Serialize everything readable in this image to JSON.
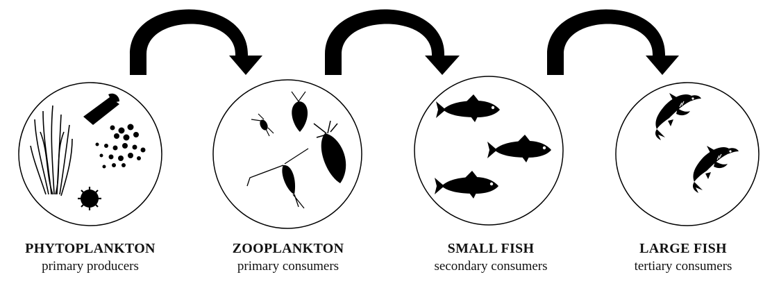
{
  "stages": [
    {
      "title": "PHYTOPLANKTON",
      "subtitle": "primary producers",
      "organisms": "phytoplankton-icons"
    },
    {
      "title": "ZOOPLANKTON",
      "subtitle": "primary consumers",
      "organisms": "zooplankton-icons"
    },
    {
      "title": "SMALL FISH",
      "subtitle": "secondary consumers",
      "organisms": "small-fish-icons"
    },
    {
      "title": "LARGE FISH",
      "subtitle": "tertiary consumers",
      "organisms": "large-fish-icons"
    }
  ],
  "colors": {
    "ink": "#000000",
    "background": "#ffffff"
  },
  "arrow_icon": "curved-arrow-icon"
}
